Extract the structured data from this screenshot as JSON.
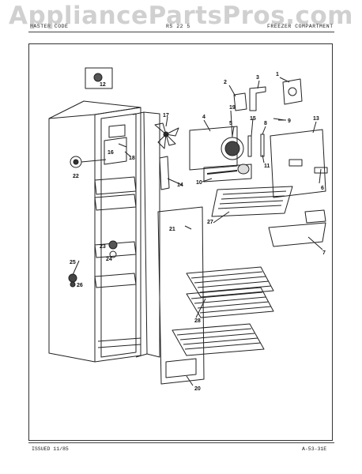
{
  "watermark": "AppliancePartsPros.com",
  "header": {
    "left": "MASTER CODE",
    "middle": "RS 22 5",
    "right": "FREEZER COMPARTMENT"
  },
  "footer": {
    "issued": "ISSUED 11/85",
    "page_code": "A-53-31E"
  },
  "callouts": [
    "1",
    "2",
    "3",
    "4",
    "5",
    "6",
    "7",
    "8",
    "9",
    "10",
    "11",
    "12",
    "13",
    "14",
    "15",
    "16",
    "17",
    "18",
    "19",
    "20",
    "21",
    "22",
    "23",
    "24",
    "25",
    "26",
    "27",
    "28"
  ]
}
